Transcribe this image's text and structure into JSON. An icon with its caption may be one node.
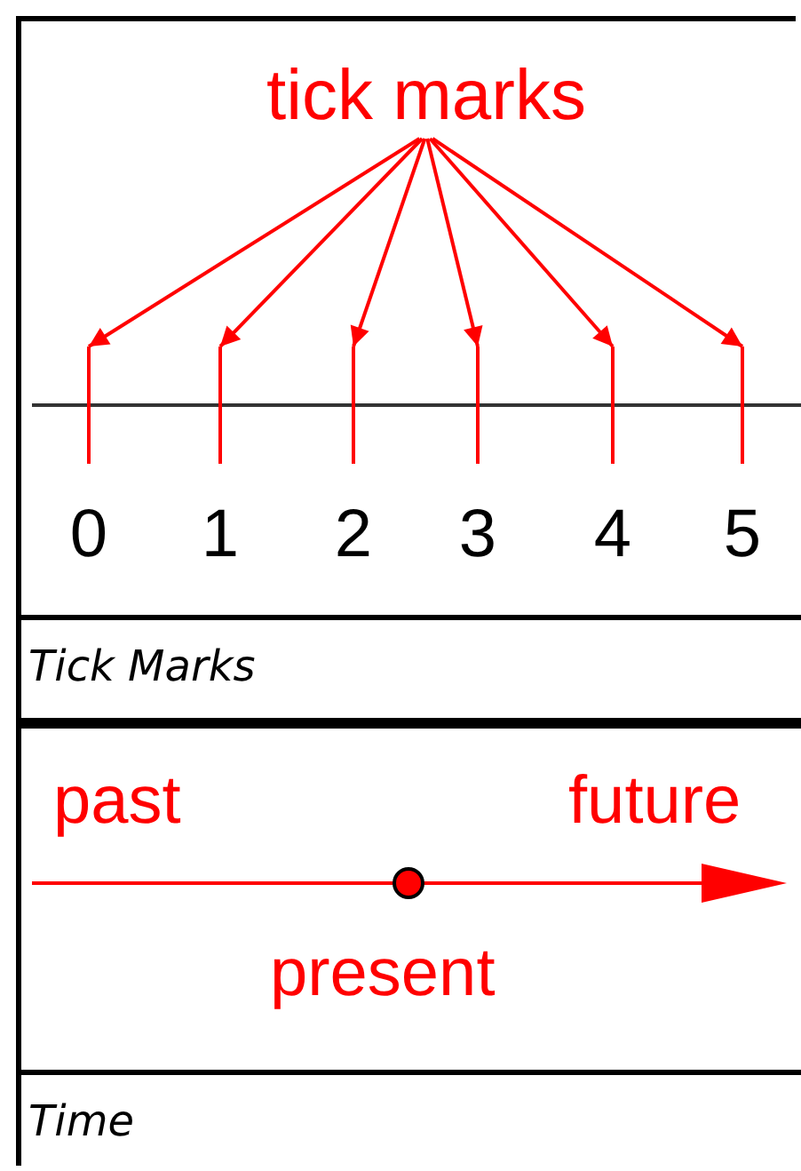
{
  "diagram": {
    "nodes": [
      {
        "text": [
          "tick marks"
        ]
      },
      {
        "text": [],
        "shape": "bar"
      },
      {
        "text": [],
        "shape": "bar"
      },
      {
        "text": [],
        "shape": "bar"
      },
      {
        "text": [],
        "shape": "bar"
      },
      {
        "text": [],
        "shape": "bar"
      },
      {
        "text": [],
        "shape": "bar"
      }
    ],
    "edges": [
      {
        "from": 0,
        "to": 1,
        "arrow": "to"
      },
      {
        "from": 0,
        "to": 2,
        "arrow": "to"
      },
      {
        "from": 0,
        "to": 3,
        "arrow": "to"
      },
      {
        "from": 0,
        "to": 4,
        "arrow": "to"
      },
      {
        "from": 0,
        "to": 5,
        "arrow": "to"
      },
      {
        "from": 0,
        "to": 6,
        "arrow": "to"
      }
    ],
    "labels": [
      "0",
      "1",
      "2",
      "3",
      "4",
      "5",
      "Tick Marks",
      "past",
      "future",
      "present",
      "Time"
    ]
  }
}
